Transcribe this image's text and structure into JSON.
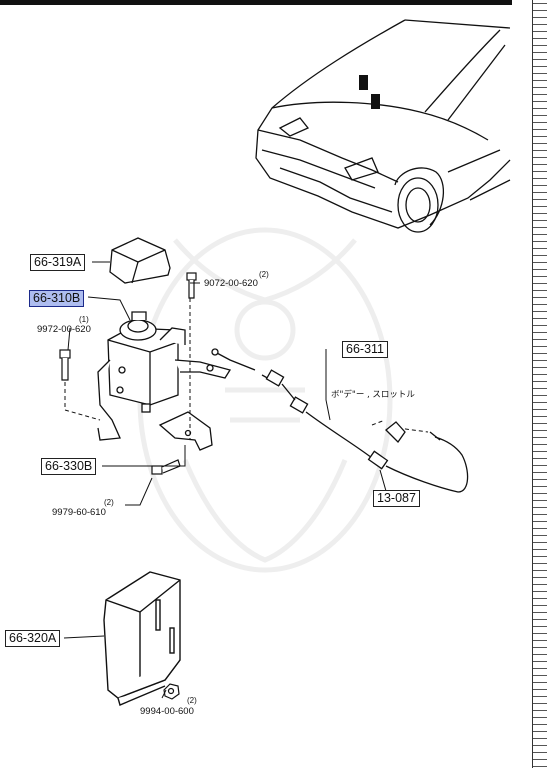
{
  "diagram": {
    "callouts": [
      {
        "id": "66-319A",
        "highlighted": false
      },
      {
        "id": "66-310B",
        "highlighted": true
      },
      {
        "id": "66-330B",
        "highlighted": false
      },
      {
        "id": "66-311",
        "highlighted": false
      },
      {
        "id": "13-087",
        "highlighted": false
      },
      {
        "id": "66-320A",
        "highlighted": false
      }
    ],
    "fasteners": [
      {
        "part_no": "9072-00-620",
        "qty": "(2)"
      },
      {
        "part_no": "9972-00-620",
        "qty": "(1)"
      },
      {
        "part_no": "9979-60-610",
        "qty": "(2)"
      },
      {
        "part_no": "9994-00-600",
        "qty": "(2)"
      }
    ],
    "cable_label": "ボ\"デ\"ー , スロットル",
    "highlight_color": "#aebdf0"
  }
}
